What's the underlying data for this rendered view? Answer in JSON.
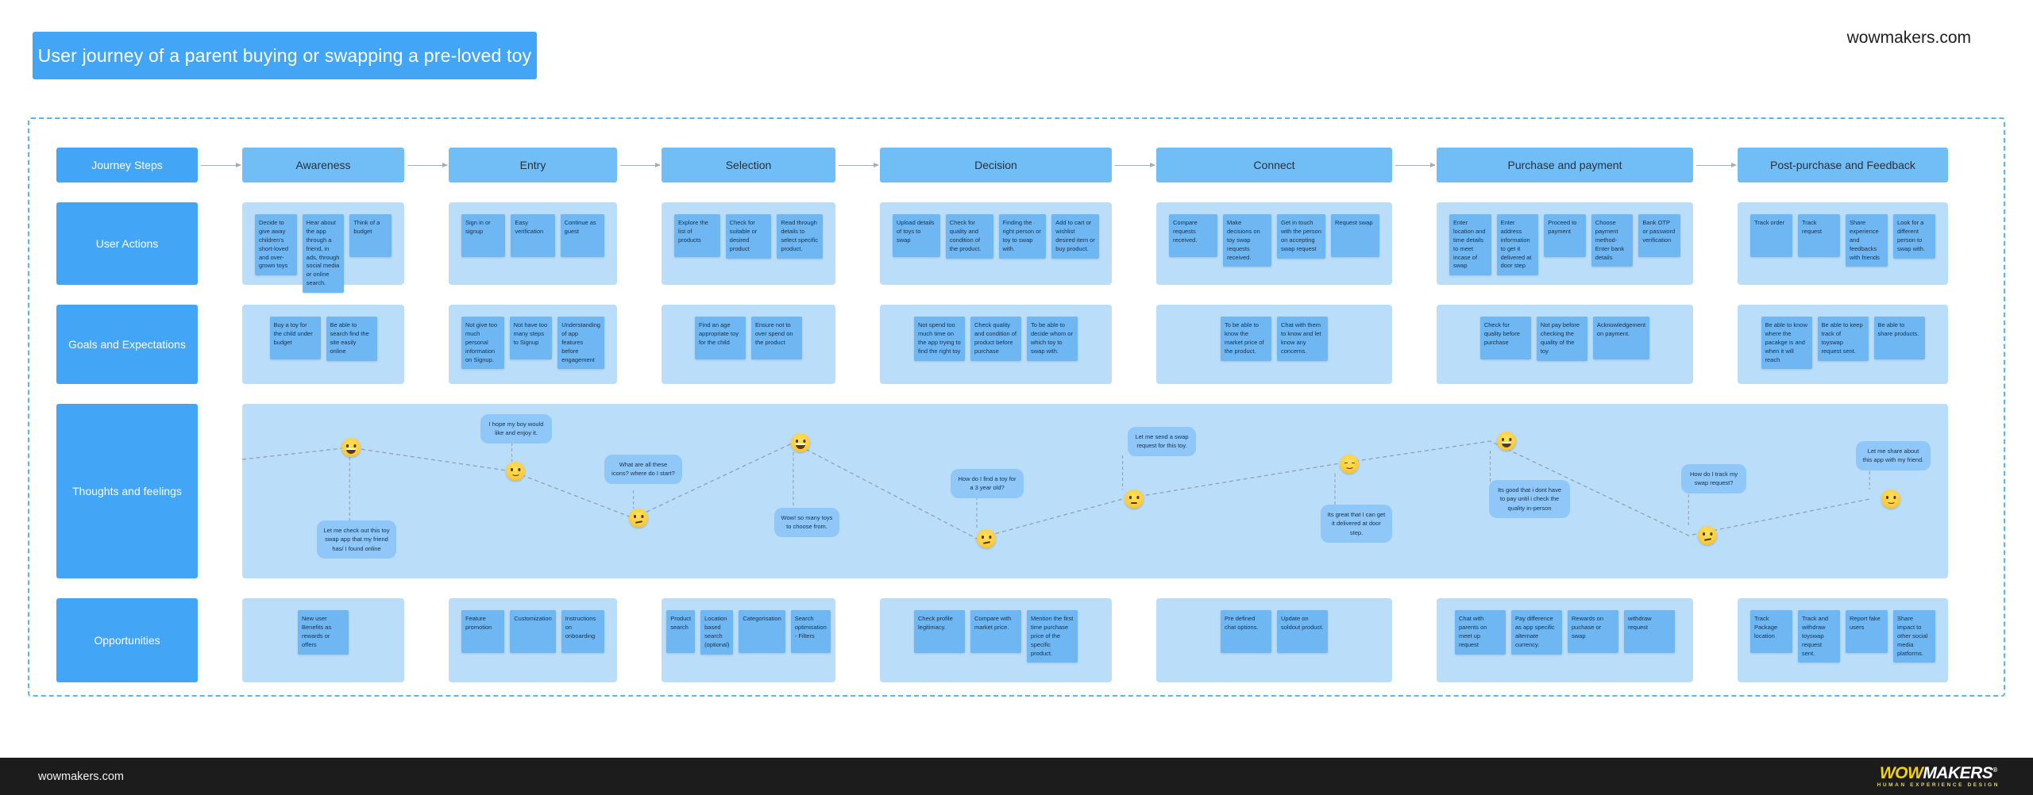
{
  "page": {
    "title": "User journey of a parent buying or swapping a pre-loved toy",
    "site_link": "wowmakers.com"
  },
  "rows": {
    "journey_steps": "Journey Steps",
    "user_actions": "User Actions",
    "goals": "Goals and Expectations",
    "thoughts": "Thoughts and feelings",
    "opportunities": "Opportunities"
  },
  "colors": {
    "accent_blue": "#42A5F5",
    "step_header_blue": "#71BDF6",
    "cell_blue": "#BADDF9",
    "note_blue": "#6FB7F3",
    "bubble_blue": "#8FC7F8",
    "footer_black": "#1c1c1c",
    "logo_yellow": "#F2D20C"
  },
  "columns": [
    {
      "label": "Awareness",
      "actions": [
        "Decide to give away children's short-loved and over-grown toys",
        "Hear about the app through a friend, in ads, through social media or online search.",
        "Think of a budget"
      ],
      "goals": [
        "Buy a toy for the child under budget",
        "Be able to search find the site easily online"
      ],
      "opportunities": [
        "New user Benefits as rewards or offers"
      ]
    },
    {
      "label": "Entry",
      "actions": [
        "Sign in or signup",
        "Easy verification",
        "Continue as guest"
      ],
      "goals": [
        "Not give too much personal information on Signup.",
        "Not have too many steps to Signup",
        "Understanding of app features before engagement"
      ],
      "opportunities": [
        "Feature promotion",
        "Customization",
        "Instructions on onboarding"
      ]
    },
    {
      "label": "Selection",
      "actions": [
        "Explore the list of products",
        "Check for suitable or desired product",
        "Read through details to select specific product."
      ],
      "goals": [
        "Find an age appropriate toy for the child",
        "Ensure not to over spend on the product"
      ],
      "opportunities": [
        "Product search",
        "Location based search (optional)",
        "Categorisation",
        "Search optimisation - Filters"
      ]
    },
    {
      "label": "Decision",
      "actions": [
        "Upload details of toys to swap",
        "Check for quality and condition of the product.",
        "Finding the right person or toy to swap with.",
        "Add to cart or wishlist desired item or buy product."
      ],
      "goals": [
        "Not spend too much time on the app trying to find the right toy",
        "Check quality and condition of product before purchase",
        "To be able to decide whom or which toy to swap with."
      ],
      "opportunities": [
        "Check profile legitimacy.",
        "Compare with market price.",
        "Mention the first time purchase price of the specific product."
      ]
    },
    {
      "label": "Connect",
      "actions": [
        "Compare requests received.",
        "Make decisions on toy swap requests received.",
        "Get in touch with the person on accepting swap request",
        "Request swap"
      ],
      "goals": [
        "To be able to know the market price of the product.",
        "Chat with them to know and let know any concerns."
      ],
      "opportunities": [
        "Pre defined chat options.",
        "Update on soldout product."
      ]
    },
    {
      "label": "Purchase and payment",
      "actions": [
        "Enter location and time details to meet incase of swap",
        "Enter address information to get it delivered at door step",
        "Proceed to payment",
        "Choose payment method- Enter bank details",
        "Bank OTP or password verification"
      ],
      "goals": [
        "Check for quality before purchase",
        "Not pay before checking the quality of the toy",
        "Acknowledgement on payment."
      ],
      "opportunities": [
        "Chat with parents on meet up request",
        "Pay difference as app specific alternate currency.",
        "Rewards on puchase or swap",
        "withdraw request"
      ]
    },
    {
      "label": "Post-purchase and Feedback",
      "actions": [
        "Track order",
        "Track request",
        "Share experience and feedbacks with friends",
        "Look for a different person to swap with."
      ],
      "goals": [
        "Be able to know where the pacakge is and when it will reach",
        "Be able to keep track of toyswap request sent.",
        "Be able to share products."
      ],
      "opportunities": [
        "Track Package location",
        "Track and withdraw toyswap request sent.",
        "Report fake users",
        "Share impact to other social media platforms."
      ]
    }
  ],
  "thoughts": {
    "points": [
      {
        "emoji": "grinning-face",
        "text": "Let me check out this toy swap app that my friend has/ I found online"
      },
      {
        "emoji": "slightly-smiling-face",
        "text": "I hope my boy would like and enjoy it."
      },
      {
        "emoji": "confused-face",
        "text": "What are all these icons? where do I start?"
      },
      {
        "emoji": "grinning-face",
        "text": "Wow! so many toys to choose from."
      },
      {
        "emoji": "confused-face",
        "text": "How do I find a toy for a 3 year old?"
      },
      {
        "emoji": "neutral-face",
        "text": "Let me send a swap request for this toy."
      },
      {
        "emoji": "relieved-face",
        "text": "Its great that I can get it delivered at door step."
      },
      {
        "emoji": "grinning-face",
        "text": "Its good that i dont have to pay until i check the quality in-person"
      },
      {
        "emoji": "confused-face",
        "text": "How do I track my swap request?"
      },
      {
        "emoji": "slightly-smiling-face",
        "text": "Let me share about this app with my friend."
      }
    ]
  },
  "footer": {
    "site": "wowmakers.com",
    "logo_wow": "WOW",
    "logo_makers": "MAKERS",
    "logo_reg": "®",
    "logo_tagline": "HUMAN EXPERIENCE DESIGN"
  }
}
